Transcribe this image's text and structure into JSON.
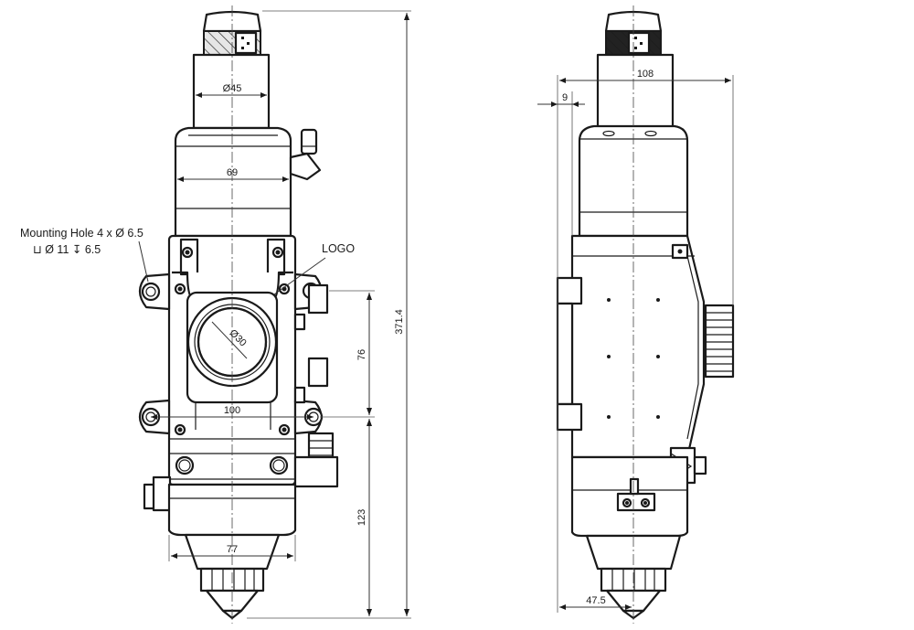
{
  "annotations": {
    "mounting_hole": "Mounting Hole 4 x Ø 6.5",
    "counterbore": "⊔ Ø 11 ↧ 6.5",
    "logo": "LOGO"
  },
  "dimensions": {
    "front_top_diameter": "Ø45",
    "front_body_width": "69",
    "front_window_diameter": "Ø30",
    "front_hole_spacing": "100",
    "front_bottom_width": "77",
    "front_height_mid": "76",
    "front_height_lower": "123",
    "front_total_height": "371.4",
    "side_width": "108",
    "side_offset": "9",
    "side_bottom": "47.5"
  }
}
